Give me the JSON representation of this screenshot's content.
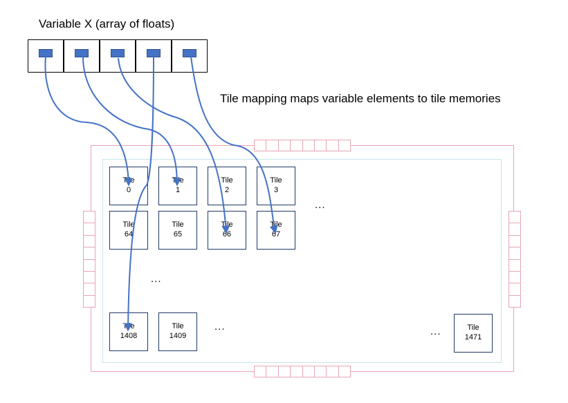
{
  "title": "Variable X (array of floats)",
  "caption": "Tile mapping maps variable elements to tile memories",
  "wire_color": "#4472c4",
  "tile_border_color": "#1f3864",
  "port_color": "#e6a5b3",
  "tiles": [
    {
      "label": "Tile",
      "number": "0"
    },
    {
      "label": "Tile",
      "number": "1"
    },
    {
      "label": "Tile",
      "number": "2"
    },
    {
      "label": "Tile",
      "number": "3"
    },
    {
      "label": "Tile",
      "number": "64"
    },
    {
      "label": "Tile",
      "number": "65"
    },
    {
      "label": "Tile",
      "number": "66"
    },
    {
      "label": "Tile",
      "number": "67"
    },
    {
      "label": "Tile",
      "number": "1408"
    },
    {
      "label": "Tile",
      "number": "1409"
    },
    {
      "label": "Tile",
      "number": "1471"
    }
  ],
  "ellipsis": "...",
  "mappings": [
    {
      "element": 0,
      "tile": "0"
    },
    {
      "element": 1,
      "tile": "1"
    },
    {
      "element": 2,
      "tile": "66"
    },
    {
      "element": 3,
      "tile": "1408"
    },
    {
      "element": 4,
      "tile": "67"
    }
  ]
}
